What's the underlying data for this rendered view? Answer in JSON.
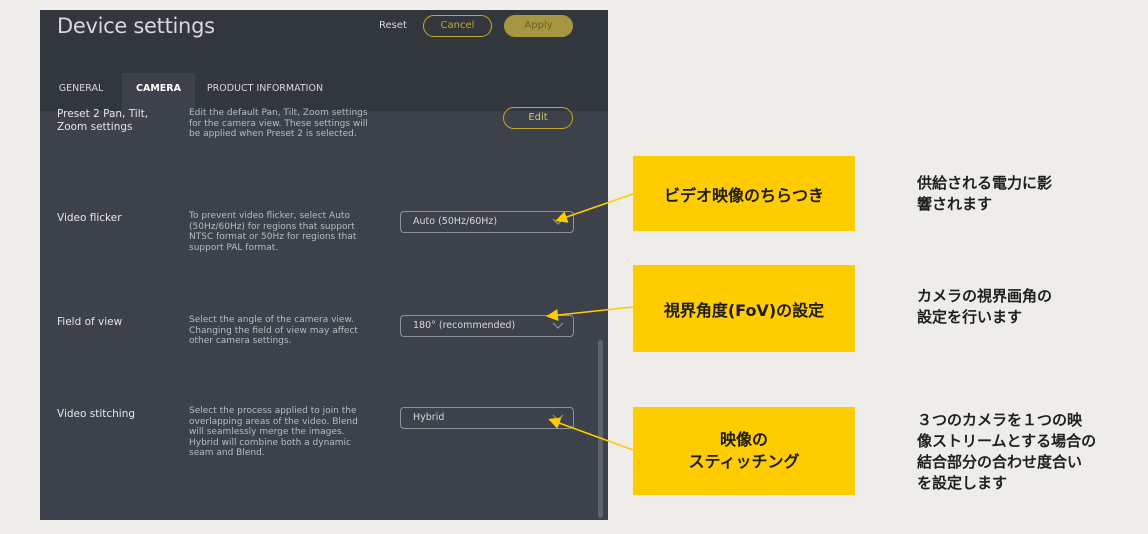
{
  "window": {
    "title": "Device settings",
    "reset_label": "Reset",
    "cancel_label": "Cancel",
    "apply_label": "Apply"
  },
  "tabs": [
    {
      "label": "GENERAL",
      "active": false
    },
    {
      "label": "CAMERA",
      "active": true
    },
    {
      "label": "PRODUCT INFORMATION",
      "active": false
    }
  ],
  "settings": {
    "preset2": {
      "label": "Preset 2 Pan, Tilt, Zoom settings",
      "description": "Edit the default Pan, Tilt, Zoom settings for the camera view.  These settings will be applied when Preset 2 is selected.",
      "button_label": "Edit"
    },
    "video_flicker": {
      "label": "Video flicker",
      "description": "To prevent video flicker, select Auto (50Hz/60Hz) for regions that support NTSC format or 50Hz for regions that support PAL format.",
      "value": "Auto (50Hz/60Hz)"
    },
    "field_of_view": {
      "label": "Field of view",
      "description": "Select the angle of the camera view. Changing the field of view may affect other camera settings.",
      "value": "180° (recommended)"
    },
    "video_stitching": {
      "label": "Video stitching",
      "description": "Select the process applied to join the overlapping areas of the video. Blend will seamlessly merge the images. Hybrid will combine both a dynamic seam and Blend.",
      "value": "Hybrid"
    }
  },
  "callouts": [
    {
      "label": "ビデオ映像のちらつき",
      "note": "供給される電力に影\n響されます"
    },
    {
      "label": "視界角度(FoV)の設定",
      "note": "カメラの視界画角の\n設定を行います"
    },
    {
      "label": "映像の\nスティッチング",
      "note": "３つのカメラを１つの映\n像ストリームとする場合の\n結合部分の合わせ度合い\nを設定します"
    }
  ],
  "colors": {
    "accent_gold": "#c8a82c",
    "callout_yellow": "#ffcc00",
    "panel_bg": "#3d424a",
    "header_bg": "#32363d"
  }
}
